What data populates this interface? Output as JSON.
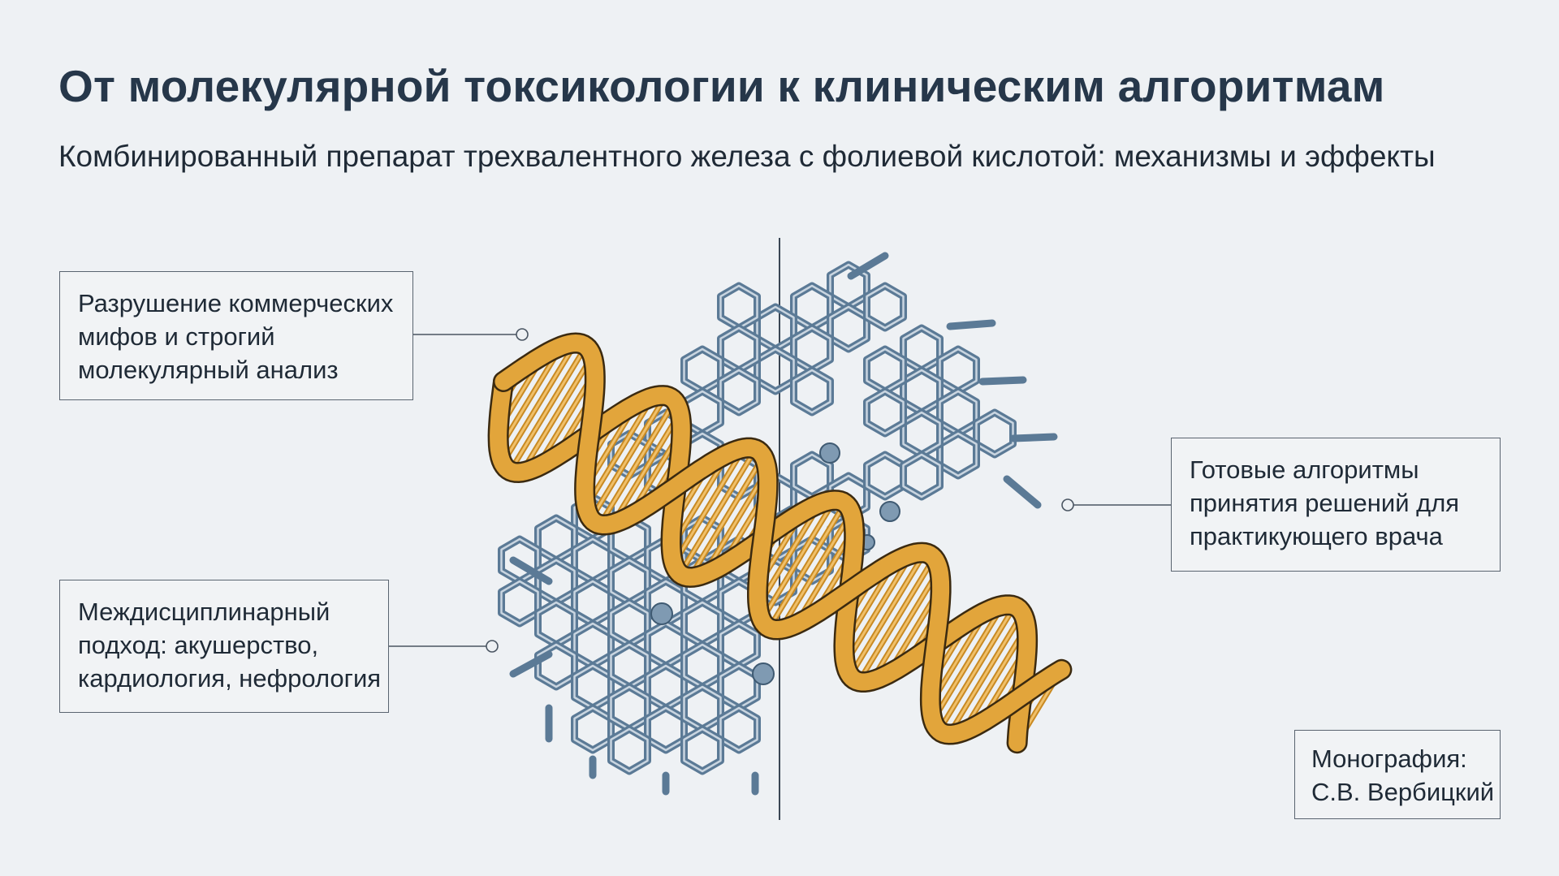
{
  "header": {
    "title": "От молекулярной токсикологии к клиническим алгоритмам",
    "subtitle": "Комбинированный препарат трехвалентного железа с фолиевой кислотой: механизмы и эффекты"
  },
  "callouts": {
    "myths": [
      "Разрушение коммерческих",
      "мифов и строгий",
      "молекулярный анализ"
    ],
    "approach": [
      "Междисциплинарный",
      "подход: акушерство,",
      "кардиология, нефрология"
    ],
    "algorithms": [
      "Готовые алгоритмы",
      "принятия решений для",
      "практикующего врача"
    ],
    "monograph": [
      "Монография:",
      "С.В. Вербицкий"
    ]
  },
  "colors": {
    "background": "#eef1f4",
    "helix": "#e2a53b",
    "lattice": "#5b7a96",
    "text": "#26374a"
  },
  "icons": {
    "illustration": "dna-helix-over-molecular-lattice"
  }
}
